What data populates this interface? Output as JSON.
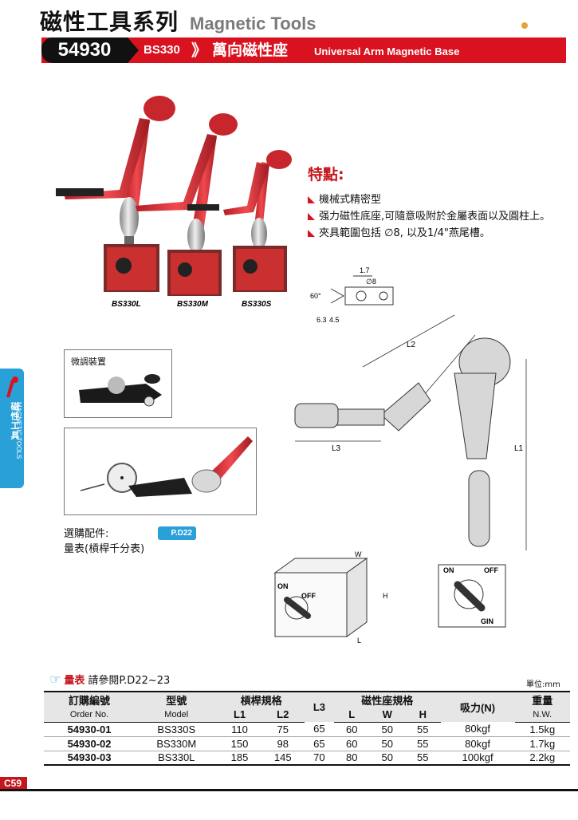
{
  "header": {
    "title_cn": "磁性工具系列",
    "title_en": "Magnetic Tools"
  },
  "banner": {
    "code": "54930",
    "model": "BS330",
    "chevron": "》",
    "name_cn": "萬向磁性座",
    "name_en": "Universal Arm Magnetic Base"
  },
  "product_labels": [
    "BS330L",
    "BS330M",
    "BS330S"
  ],
  "base_labels": {
    "on": "ON",
    "off": "OFF",
    "gin": "GIN"
  },
  "features": {
    "title": "特點:",
    "items": [
      "機械式精密型",
      "强力磁性底座,可隨意吸附於金屬表面以及圓柱上。",
      "夾具範圍包括 ∅8, 以及1/4\"燕尾槽。"
    ]
  },
  "clamp_dims": {
    "d1": "1.7",
    "d2": "∅8",
    "angle": "60°",
    "d3": "6.3",
    "d4": "4.5"
  },
  "arm_dims": {
    "l1": "L1",
    "l2": "L2",
    "l3": "L3"
  },
  "base_dims": {
    "w": "W",
    "h": "H",
    "l": "L"
  },
  "side_tab": {
    "cn": "磁性工具",
    "en": "MAGNETIC TOOLS"
  },
  "fine_adjust_label": "微調裝置",
  "options": {
    "line1": "選購配件:",
    "line2": "量表(槓桿千分表)",
    "badge": "P.D22"
  },
  "reference": {
    "highlight": "量表",
    "text": "請參閱P.D22~23"
  },
  "unit": "單位:mm",
  "table": {
    "headers": {
      "order_cn": "訂購編號",
      "order_en": "Order No.",
      "model_cn": "型號",
      "model_en": "Model",
      "bar_spec": "槓桿規格",
      "l1": "L1",
      "l2": "L2",
      "l3": "L3",
      "base_spec": "磁性座規格",
      "l": "L",
      "w": "W",
      "h": "H",
      "force": "吸力(N)",
      "weight_cn": "重量",
      "weight_en": "N.W."
    },
    "rows": [
      {
        "order": "54930-01",
        "model": "BS330S",
        "l1": "110",
        "l2": "75",
        "l3": "65",
        "l": "60",
        "w": "50",
        "h": "55",
        "force": "80kgf",
        "weight": "1.5kg"
      },
      {
        "order": "54930-02",
        "model": "BS330M",
        "l1": "150",
        "l2": "98",
        "l3": "65",
        "l": "60",
        "w": "50",
        "h": "55",
        "force": "80kgf",
        "weight": "1.7kg"
      },
      {
        "order": "54930-03",
        "model": "BS330L",
        "l1": "185",
        "l2": "145",
        "l3": "70",
        "l": "80",
        "w": "50",
        "h": "55",
        "force": "100kgf",
        "weight": "2.2kg"
      }
    ]
  },
  "page_number": "C59",
  "colors": {
    "brand_red": "#d9121f",
    "tab_blue": "#2aa0d8",
    "arm_red": "#e0333a"
  }
}
